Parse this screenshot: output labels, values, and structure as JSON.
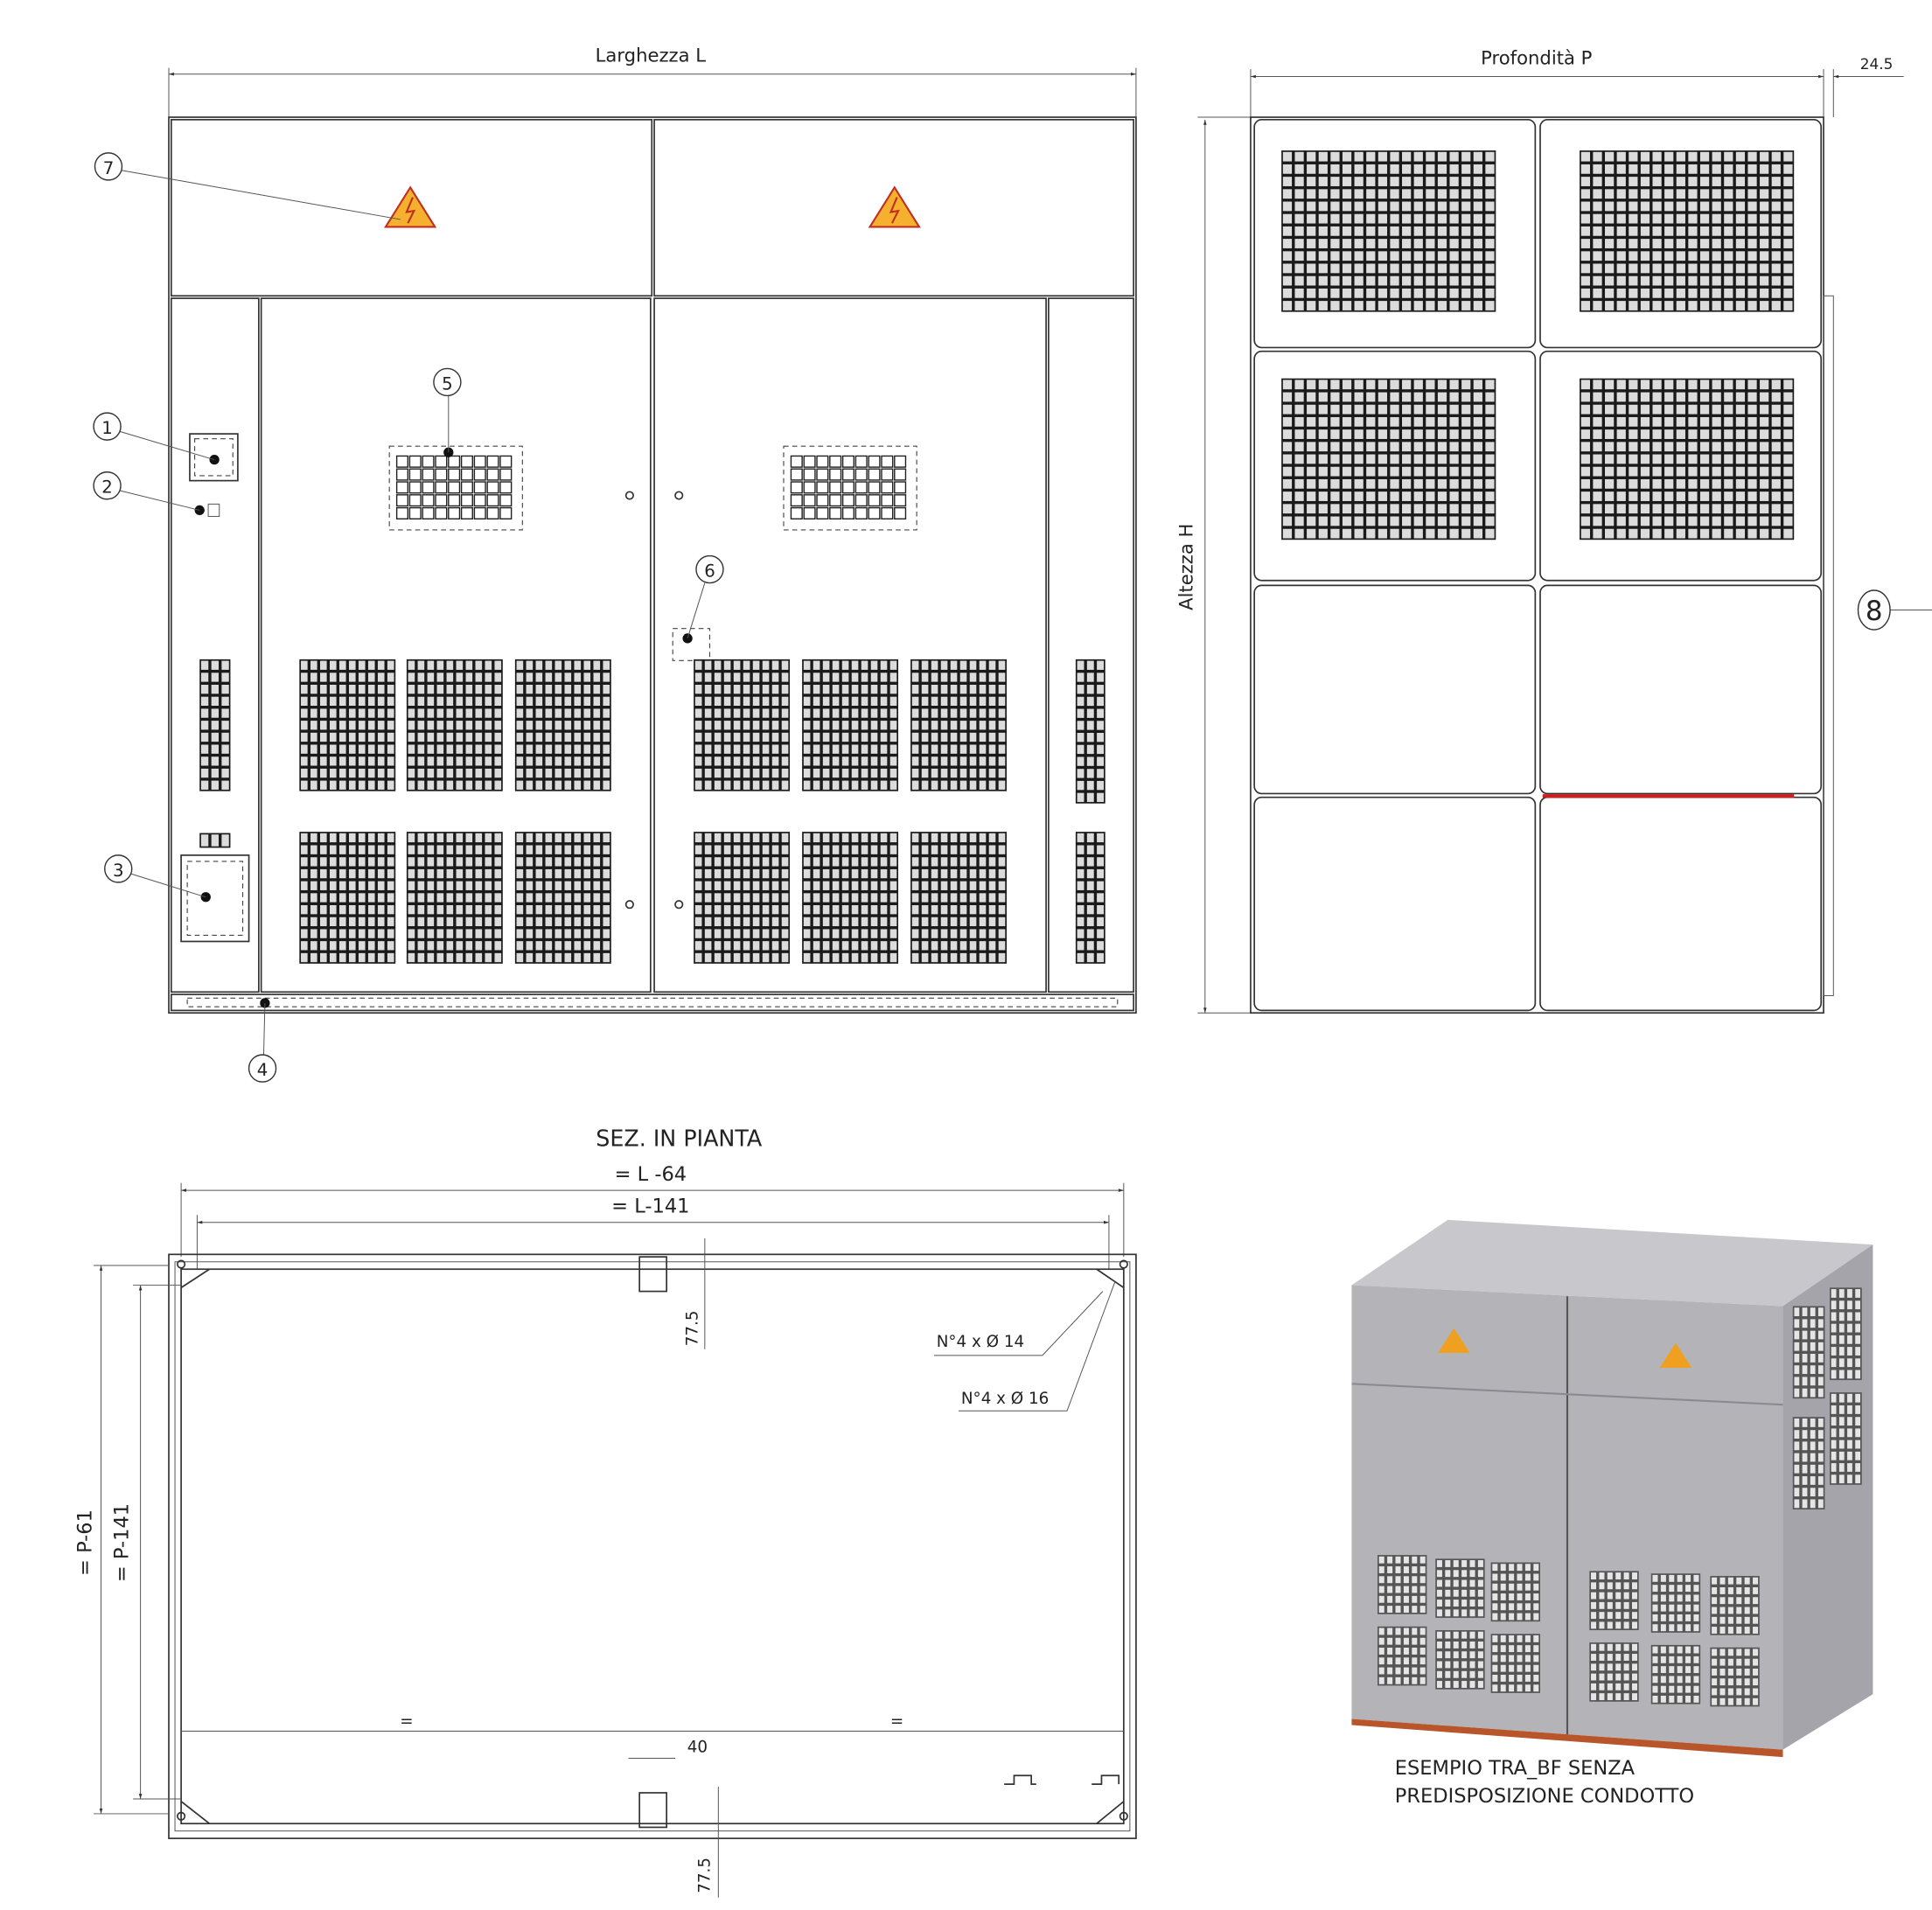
{
  "front_view": {
    "width_label": "Larghezza L",
    "callouts": [
      "1",
      "2",
      "3",
      "4",
      "5",
      "6",
      "7"
    ]
  },
  "side_view": {
    "depth_label": "Profondità P",
    "height_label": "Altezza H",
    "offset_label": "24.5",
    "callout": "8"
  },
  "plan_section": {
    "title": "SEZ. IN PIANTA",
    "dim_l64": "= L -64",
    "dim_l141": "= L-141",
    "dim_p61": "= P-61",
    "dim_p141": "= P-141",
    "dim_775_top": "77.5",
    "dim_775_bottom": "77.5",
    "dim_40": "40",
    "eq_left": "=",
    "eq_right": "=",
    "holes_14": "N°4 x Ø 14",
    "holes_16": "N°4 x Ø 16"
  },
  "render": {
    "caption_line1": "ESEMPIO TRA_BF SENZA",
    "caption_line2": "PREDISPOSIZIONE CONDOTTO"
  },
  "colors": {
    "warning": "#f0a020",
    "red_line": "#cc1f1f",
    "cabinet_gray": "#b4b4b8",
    "base_orange": "#b8552a"
  }
}
